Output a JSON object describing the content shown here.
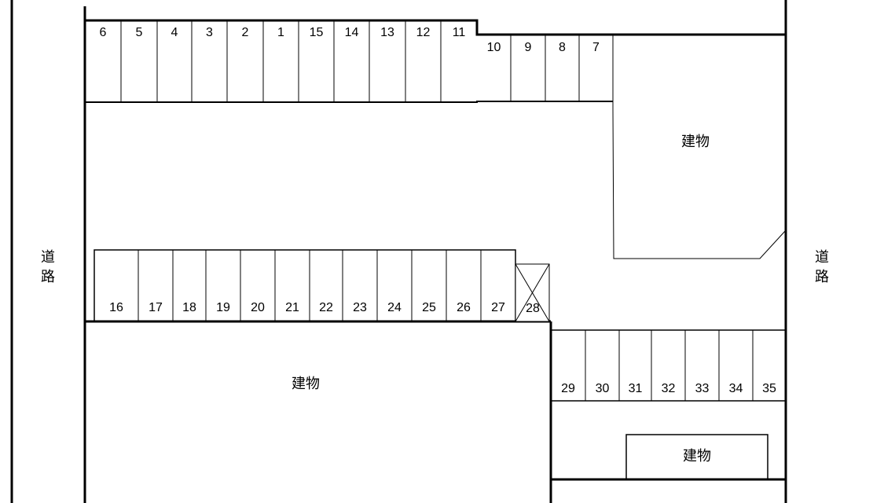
{
  "roads": {
    "left": [
      "道",
      "路"
    ],
    "right": [
      "道",
      "路"
    ]
  },
  "buildings": {
    "upper_right": "建物",
    "lower_left": "建物",
    "lower_right": "建物"
  },
  "rows": {
    "top_left": [
      "6",
      "5",
      "4",
      "3",
      "2",
      "1",
      "15",
      "14",
      "13",
      "12",
      "11"
    ],
    "top_right": [
      "10",
      "9",
      "8",
      "7"
    ],
    "middle": [
      "16",
      "17",
      "18",
      "19",
      "20",
      "21",
      "22",
      "23",
      "24",
      "25",
      "26",
      "27"
    ],
    "unavailable": "28",
    "bottom_right": [
      "29",
      "30",
      "31",
      "32",
      "33",
      "34",
      "35"
    ]
  }
}
